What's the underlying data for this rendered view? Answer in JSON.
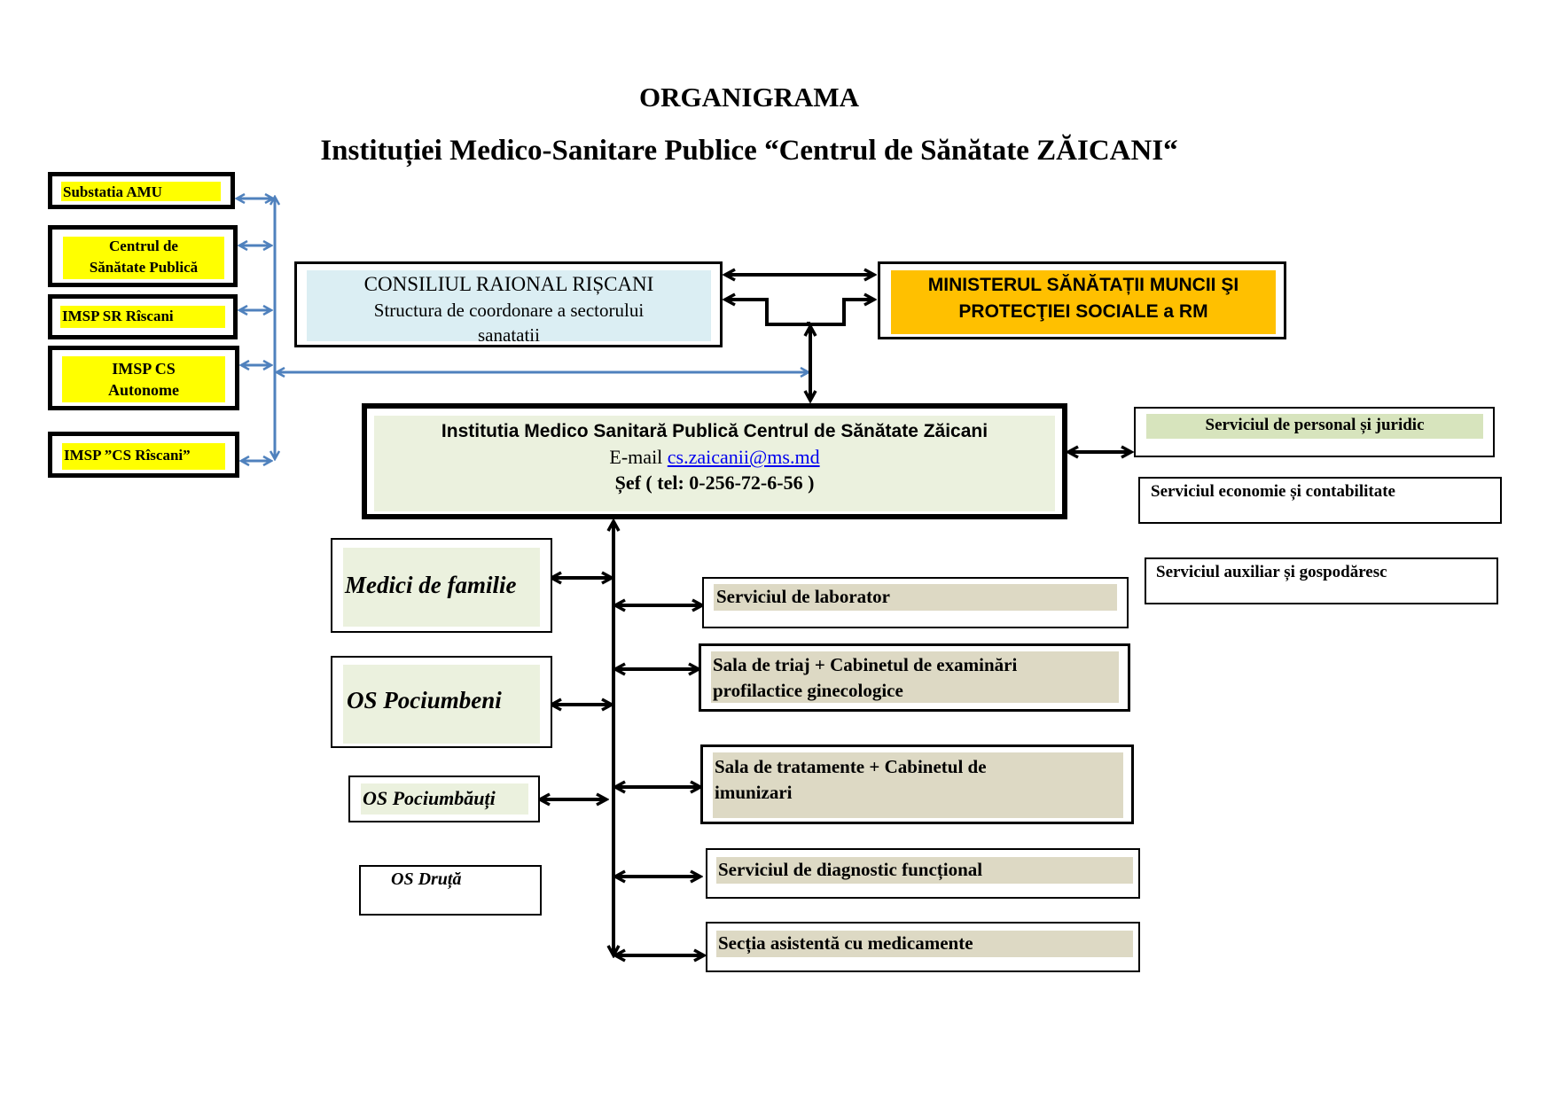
{
  "header": {
    "title": "ORGANIGRAMA",
    "subtitle": "Instituției Medico-Sanitare Publice “Centrul de  Sănătate ZĂICANI“"
  },
  "left_units": [
    {
      "label": "Substatia AMU"
    },
    {
      "label": "Centrul de\nSănătate Publică",
      "line1": "Centrul de",
      "line2": "Sănătate Publică"
    },
    {
      "label": "IMSP SR Rîscani"
    },
    {
      "label": "IMSP CS\nAutonome",
      "line1": "IMSP CS",
      "line2": "Autonome"
    },
    {
      "label": "IMSP ”CS Rîscani”"
    }
  ],
  "consiliul": {
    "title": "CONSILIUL RAIONAL RIȘCANI",
    "subtitle_line1": "Structura de coordonare a sectorului",
    "subtitle_line2": "sanatatii"
  },
  "ministerul": {
    "line1": "MINISTERUL SĂNĂTAȚII MUNCII ŞI",
    "line2": "PROTECŢIEI SOCIALE a RM"
  },
  "main_institution": {
    "name": "Institutia Medico Sanitară Publică Centrul de Sănătate Zăicani",
    "email_label": "E-mail",
    "email": "cs.zaicanii@ms.md",
    "chief": "Șef ( tel: 0-256-72-6-56 )"
  },
  "admin_services": [
    {
      "label": "Serviciul de personal și juridic"
    },
    {
      "label": "Serviciul economie și contabilitate"
    },
    {
      "label": "Serviciul auxiliar și gospodăresc"
    }
  ],
  "branches": [
    {
      "label": "Medici de familie"
    },
    {
      "label": "OS Pociumbeni"
    },
    {
      "label": "OS Pociumbăuți"
    },
    {
      "label": "OS Druță"
    }
  ],
  "services": [
    {
      "label": "Serviciul de laborator"
    },
    {
      "line1": "Sala de triaj + Cabinetul de examinări",
      "line2": "profilactice ginecologice"
    },
    {
      "line1": "Sala de tratamente  + Cabinetul de",
      "line2": "imunizari"
    },
    {
      "label": "Serviciul de diagnostic funcțional"
    },
    {
      "label": "Secția asistentă cu medicamente"
    }
  ],
  "colors": {
    "connector_blue": "#4f81bd",
    "left_fill": "#ffff00",
    "consiliul_fill": "#dbeef3",
    "ministerul_fill": "#ffc000",
    "main_fill": "#ebf1de",
    "service_fill": "#ddd9c4"
  }
}
